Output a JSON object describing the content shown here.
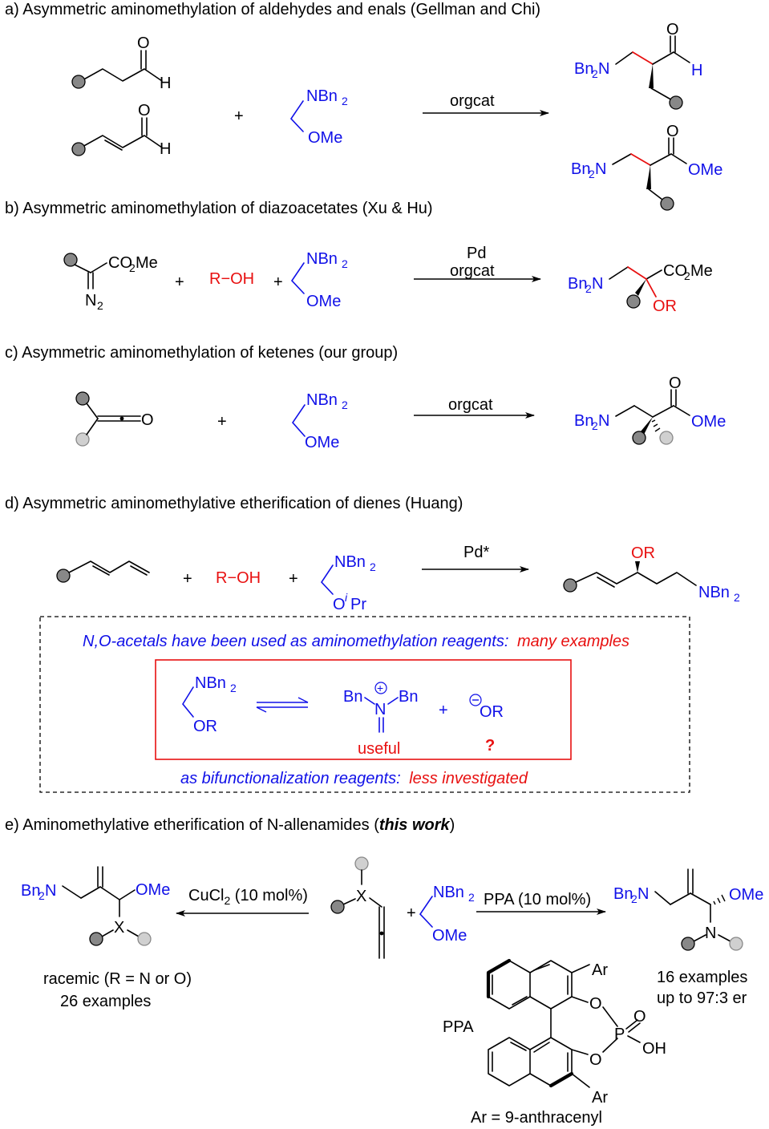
{
  "sections": {
    "a": {
      "title": "a) Asymmetric aminomethylation of aldehydes and enals (Gellman and Chi)",
      "arrow_label": "orgcat",
      "plus": "+",
      "O": "O",
      "H": "H",
      "reagent_top": "NBn",
      "reagent_sub": "2",
      "reagent_bottom": "OMe",
      "product_amine": "Bn",
      "product_amine_sub": "2",
      "product_amine_N": "N",
      "ester_OMe": "OMe"
    },
    "b": {
      "title": "b) Asymmetric aminomethylation of diazoacetates (Xu & Hu)",
      "arrow_label_top": "Pd",
      "arrow_label_bottom": "orgcat",
      "ester": "CO",
      "ester_sub": "2",
      "ester_me": "Me",
      "diazo": "N",
      "diazo_sub": "2",
      "alcohol": "R−OH",
      "OR": "OR"
    },
    "c": {
      "title": "c) Asymmetric aminomethylation of ketenes (our group)",
      "arrow_label": "orgcat",
      "O": "O"
    },
    "d": {
      "title": "d) Asymmetric aminomethylative etherification of dienes (Huang)",
      "arrow_label": "Pd*",
      "reagent_bottom_O": "O",
      "reagent_bottom_i": "i",
      "reagent_bottom_Pr": "Pr",
      "box_line1_blue": "N,O-acetals have been used as aminomethylation reagents:",
      "box_line1_red": "many examples",
      "box_line2_blue": "as bifunctionalization reagents:",
      "box_line2_red": "less investigated",
      "iminium_bn_left": "Bn",
      "iminium_bn_right": "Bn",
      "iminium_N": "N",
      "plus_charge": "+",
      "minus_charge": "−",
      "useful": "useful",
      "question": "?"
    },
    "e": {
      "title_prefix": "e) Aminomethylative etherification of N-allenamides (",
      "title_bold": "this work",
      "title_suffix": ")",
      "left_conditions_a": "CuCl",
      "left_conditions_sub": "2",
      "left_conditions_b": " (10 mol%)",
      "right_conditions": "PPA (10 mol%)",
      "X": "X",
      "N": "N",
      "racemic": "racemic (R = N or O)",
      "examples_left": "26 examples",
      "examples_right_1": "16 examples",
      "examples_right_2": "up to 97:3 er",
      "ppa": "PPA",
      "Ar": "Ar",
      "P": "P",
      "OH": "OH",
      "ar_def": "Ar = 9-anthracenyl"
    }
  }
}
